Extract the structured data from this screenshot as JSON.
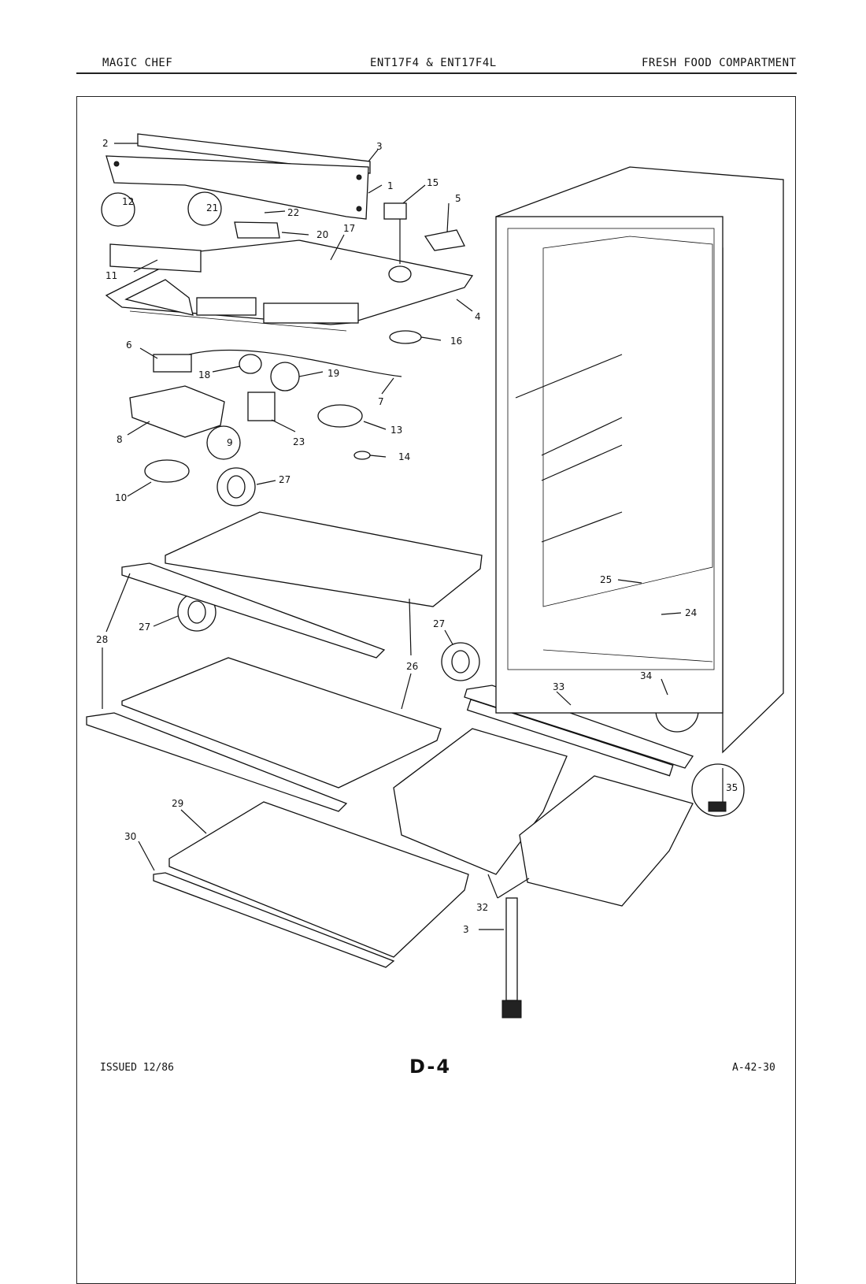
{
  "header": {
    "brand": "MAGIC CHEF",
    "models": "ENT17F4 & ENT17F4L",
    "section": "FRESH FOOD COMPARTMENT"
  },
  "footer": {
    "issued": "ISSUED 12/86",
    "page": "D-4",
    "code": "A-42-30"
  },
  "callouts": [
    "1",
    "2",
    "3",
    "4",
    "5",
    "6",
    "7",
    "8",
    "9",
    "10",
    "11",
    "12",
    "13",
    "14",
    "15",
    "16",
    "17",
    "18",
    "19",
    "20",
    "21",
    "22",
    "23",
    "24",
    "25",
    "26",
    "27",
    "28",
    "29",
    "30",
    "3",
    "32",
    "33",
    "34",
    "35"
  ]
}
